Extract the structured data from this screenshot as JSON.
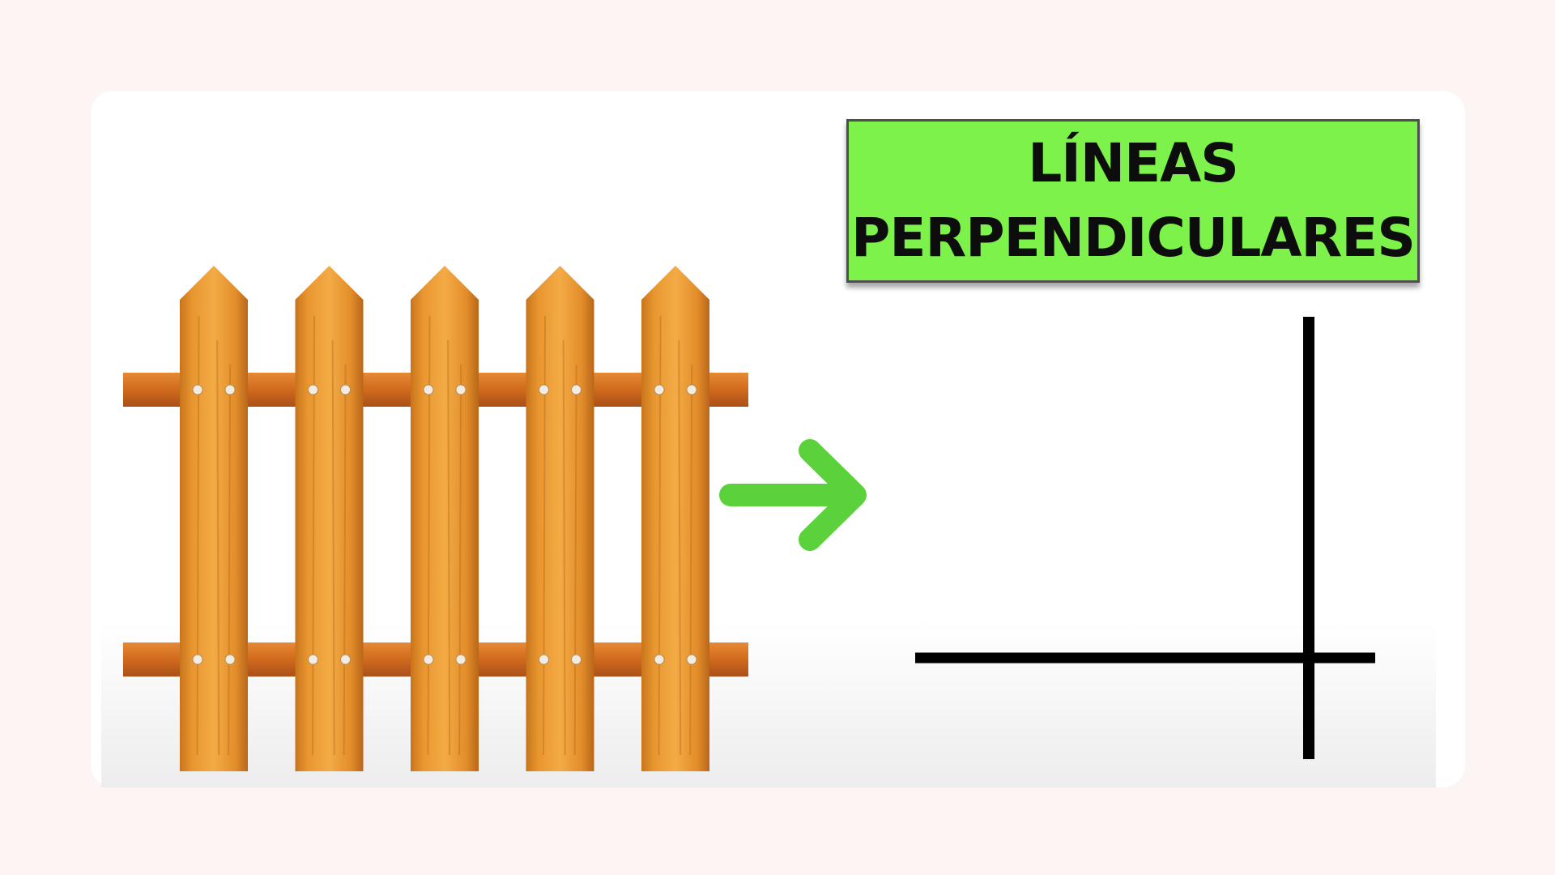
{
  "title": {
    "line1": "LÍNEAS",
    "line2": "PERPENDICULARES"
  },
  "colors": {
    "page_background": "#fdf5f3",
    "title_background": "#7df24a",
    "arrow": "#5bd13b",
    "wood_light": "#f0a23c",
    "wood_dark": "#c8741c",
    "rail": "#d26f1e",
    "lines": "#000000"
  },
  "illustration": {
    "fence_pickets": 5,
    "rails": 2,
    "arrow_direction": "right",
    "diagram": "perpendicular-lines"
  }
}
